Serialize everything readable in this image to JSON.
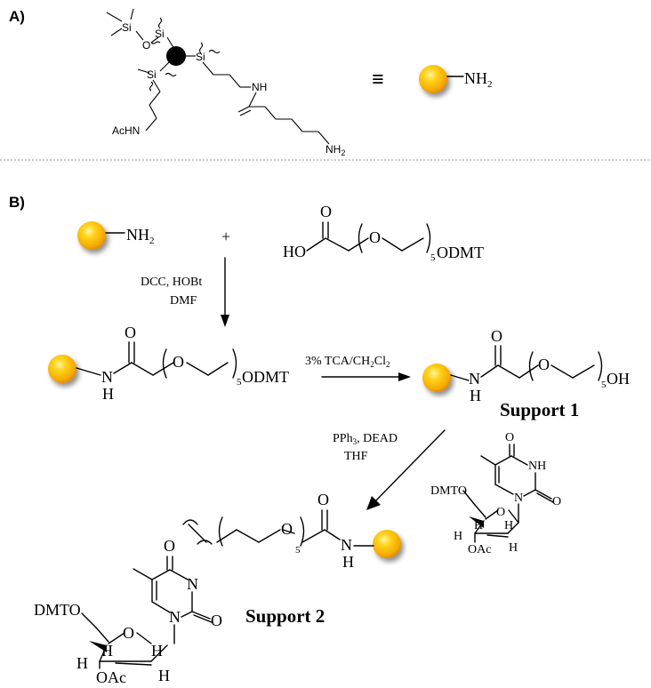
{
  "panels": {
    "a_label": "A)",
    "b_label": "B)"
  },
  "panel_a": {
    "si_1": "Si",
    "o_1": "O",
    "si_2": "Si",
    "si_3": "Si",
    "si_4": "Si",
    "nh": "NH",
    "achn": "AcHN",
    "nh2_chain": "NH",
    "nh2_chain_sub": "2",
    "equiv": "≡",
    "nh2_bead": "NH",
    "nh2_bead_sub": "2"
  },
  "panel_b": {
    "reactant_nh2": "NH",
    "reactant_nh2_sub": "2",
    "plus": "+",
    "acid_o": "O",
    "acid_ho": "HO",
    "acid_peg_o": "O",
    "acid_sub5": "5",
    "acid_odmt": "ODMT",
    "reagents_1_line1": "DCC, HOBt",
    "reagents_1_line2": "DMF",
    "int_o": "O",
    "int_n": "N",
    "int_h": "H",
    "int_peg_o": "O",
    "int_sub5": "5",
    "int_odmt": "ODMT",
    "reagents_2": "3% TCA/CH",
    "reagents_2_sub1": "2",
    "reagents_2_tail": "Cl",
    "reagents_2_sub2": "2",
    "s1_o": "O",
    "s1_n": "N",
    "s1_h": "H",
    "s1_peg_o": "O",
    "s1_sub5": "5",
    "s1_oh": "OH",
    "support_1": "Support 1",
    "reagents_3_line1": "PPh",
    "reagents_3_sub": "3",
    "reagents_3_tail": ", DEAD",
    "reagents_3_line2": "THF",
    "thy_o_top": "O",
    "thy_nh": "NH",
    "thy_n": "N",
    "thy_o_right": "O",
    "thy_dmto": "DMTO",
    "thy_ring_o": "O",
    "thy_h1": "H",
    "thy_h2": "H",
    "thy_h3": "H",
    "thy_h4": "H",
    "thy_oac": "OAc",
    "s2_peg_o": "O",
    "s2_sub5": "5",
    "s2_o": "O",
    "s2_n": "N",
    "s2_h": "H",
    "s2_thy_o": "O",
    "s2_thy_n1": "N",
    "s2_thy_n2": "N",
    "s2_thy_o2": "O",
    "s2_dmto": "DMTO",
    "s2_ring_o": "O",
    "s2_h1": "H",
    "s2_h2": "H",
    "s2_h3": "H",
    "s2_h4": "H",
    "s2_oac": "OAc",
    "support_2": "Support 2"
  },
  "colors": {
    "bead_highlight": "#ffef6a",
    "bead_core": "#ffc40c",
    "bead_edge": "#e89a00",
    "divider": "#9a9a9a"
  }
}
